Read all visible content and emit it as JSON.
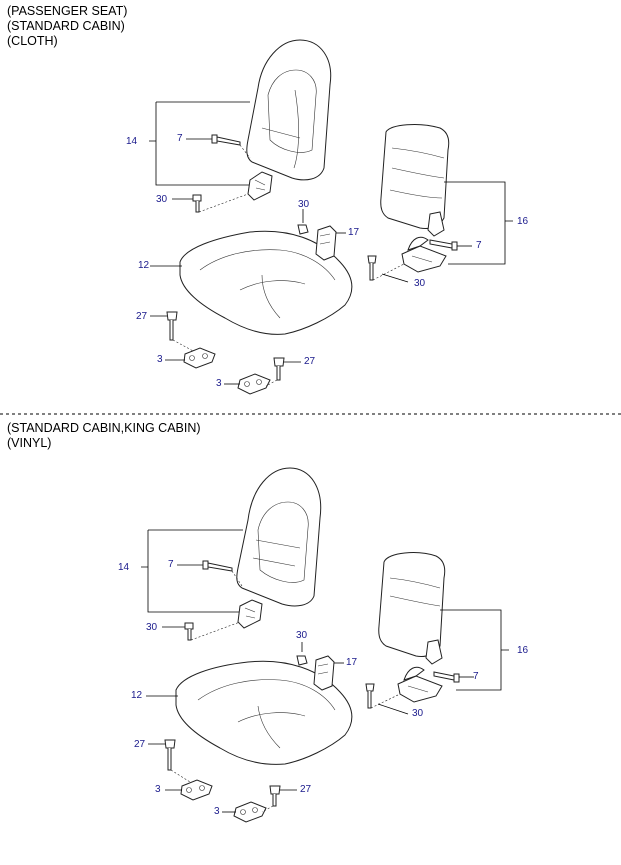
{
  "section1": {
    "header_line1": "(PASSENGER SEAT)",
    "header_line2": "(STANDARD CABIN)",
    "header_line3": "(CLOTH)",
    "labels": {
      "p14": "14",
      "p7a": "7",
      "p30a": "30",
      "p30b": "30",
      "p17": "17",
      "p16": "16",
      "p7b": "7",
      "p12": "12",
      "p30c": "30",
      "p27a": "27",
      "p3a": "3",
      "p27b": "27",
      "p3b": "3"
    }
  },
  "section2": {
    "header_line1": "(STANDARD CABIN,KING CABIN)",
    "header_line2": "(VINYL)",
    "labels": {
      "p14": "14",
      "p7a": "7",
      "p30a": "30",
      "p30b": "30",
      "p17": "17",
      "p16": "16",
      "p7b": "7",
      "p12": "12",
      "p30c": "30",
      "p27a": "27",
      "p3a": "3",
      "p27b": "27",
      "p3b": "3"
    }
  },
  "colors": {
    "callout_number": "#1a1a8c",
    "line": "#000000"
  }
}
